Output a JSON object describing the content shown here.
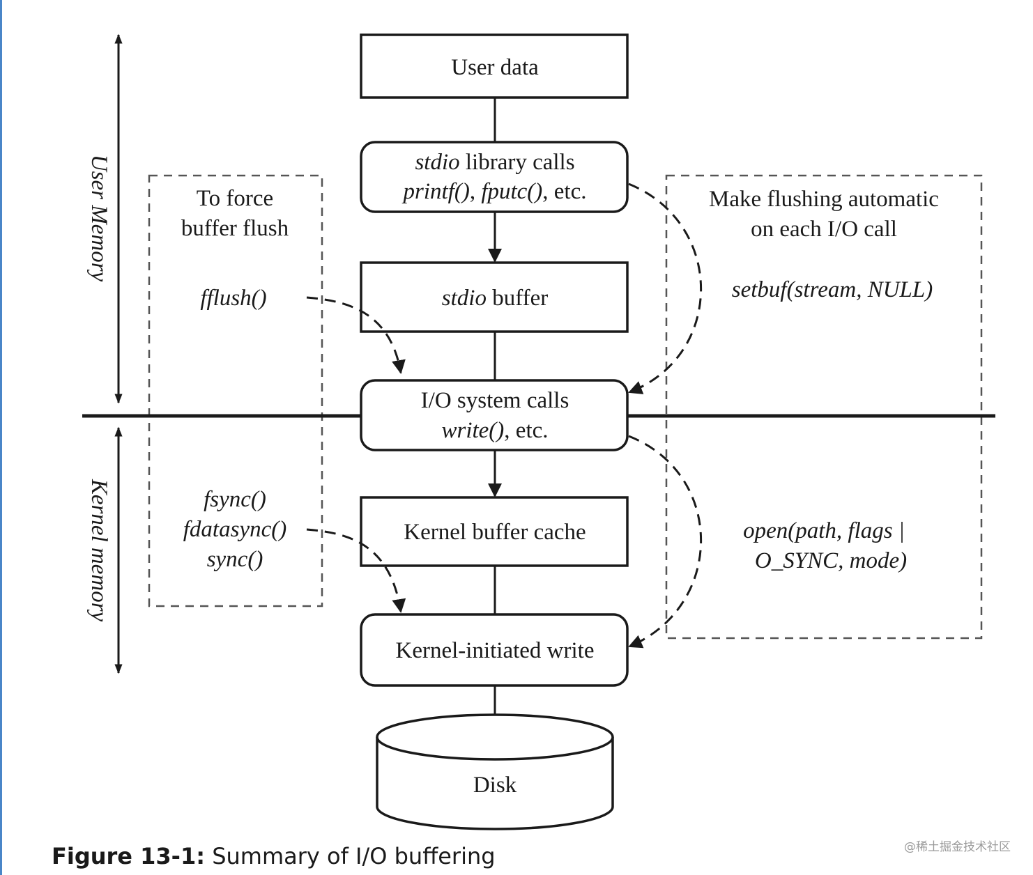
{
  "boxes": {
    "user_data": "User data",
    "stdio_calls": {
      "italic": "stdio",
      "rest": " library calls",
      "line2_a": "printf()",
      "line2_sep": ", ",
      "line2_b": "fputc()",
      "line2_end": ", etc."
    },
    "stdio_buffer": {
      "italic": "stdio",
      "rest": " buffer"
    },
    "io_calls": {
      "line1": "I/O system calls",
      "line2_italic": "write()",
      "line2_end": ", etc."
    },
    "kernel_cache": "Kernel buffer cache",
    "kernel_write": "Kernel-initiated write",
    "disk": "Disk"
  },
  "left_panel": {
    "title_line1": "To force",
    "title_line2": "buffer flush",
    "fflush": "fflush()",
    "fsync": "fsync()",
    "fdatasync": "fdatasync()",
    "sync": "sync()"
  },
  "right_panel": {
    "title_line1": "Make flushing automatic",
    "title_line2": "on each I/O call",
    "setbuf": "setbuf(stream, NULL)",
    "open_line1": "open(path, flags |",
    "open_line2": "O_SYNC, mode)"
  },
  "side_labels": {
    "user_memory": "User Memory",
    "kernel_memory": "Kernel memory"
  },
  "caption": {
    "label": "Figure 13-1:",
    "text": " Summary of I/O buffering"
  },
  "watermark": "@稀土掘金技术社区"
}
